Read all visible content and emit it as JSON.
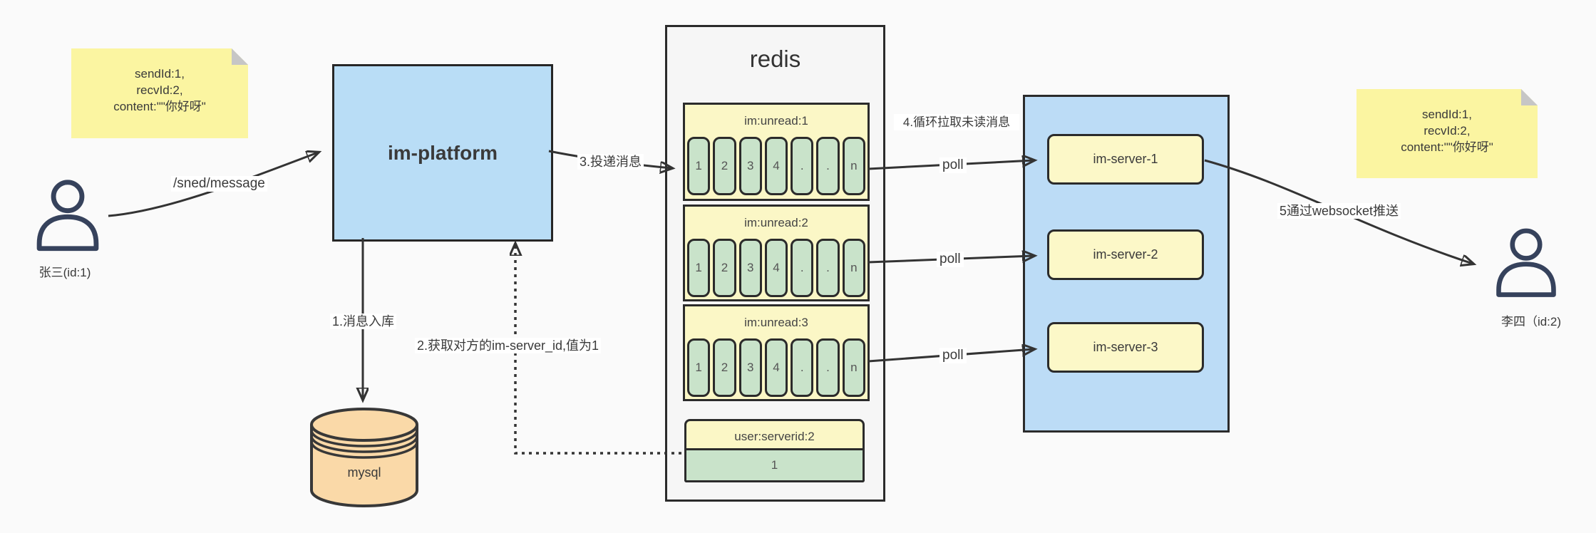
{
  "colors": {
    "background": "#FAFAFA",
    "sticky_yellow": "#FBF5A1",
    "platform_blue": "#B9DDF6",
    "cluster_blue": "#BCDCF6",
    "pale_yellow": "#FBF7C6",
    "cell_green": "#C9E3CA",
    "mysql_peach": "#FAD9A8",
    "line_dark": "#333333",
    "person_navy": "#36425C"
  },
  "sticky_notes": {
    "left": "sendId:1,\nrecvId:2,\ncontent:\"\"你好呀\"",
    "right": "sendId:1,\nrecvId:2,\ncontent:\"\"你好呀\""
  },
  "actors": {
    "sender": "张三(id:1)",
    "receiver": "李四（id:2)"
  },
  "platform": {
    "label": "im-platform"
  },
  "database": {
    "label": "mysql"
  },
  "redis": {
    "title": "redis",
    "queues": [
      {
        "name": "im:unread:1",
        "cells": [
          "1",
          "2",
          "3",
          "4",
          ".",
          ".",
          "n"
        ]
      },
      {
        "name": "im:unread:2",
        "cells": [
          "1",
          "2",
          "3",
          "4",
          ".",
          ".",
          "n"
        ]
      },
      {
        "name": "im:unread:3",
        "cells": [
          "1",
          "2",
          "3",
          "4",
          ".",
          ".",
          "n"
        ]
      }
    ],
    "mapping": {
      "key": "user:serverid:2",
      "value": "1"
    }
  },
  "server_cluster": {
    "servers": [
      "im-server-1",
      "im-server-2",
      "im-server-3"
    ]
  },
  "flow_labels": {
    "send_api": "/sned/message",
    "step1": "1.消息入库",
    "step2": "2.获取对方的im-server_id,值为1",
    "step3": "3.投递消息",
    "step4": "4.循环拉取未读消息",
    "step5": "5通过websocket推送",
    "polls": [
      "poll",
      "poll",
      "poll"
    ]
  }
}
